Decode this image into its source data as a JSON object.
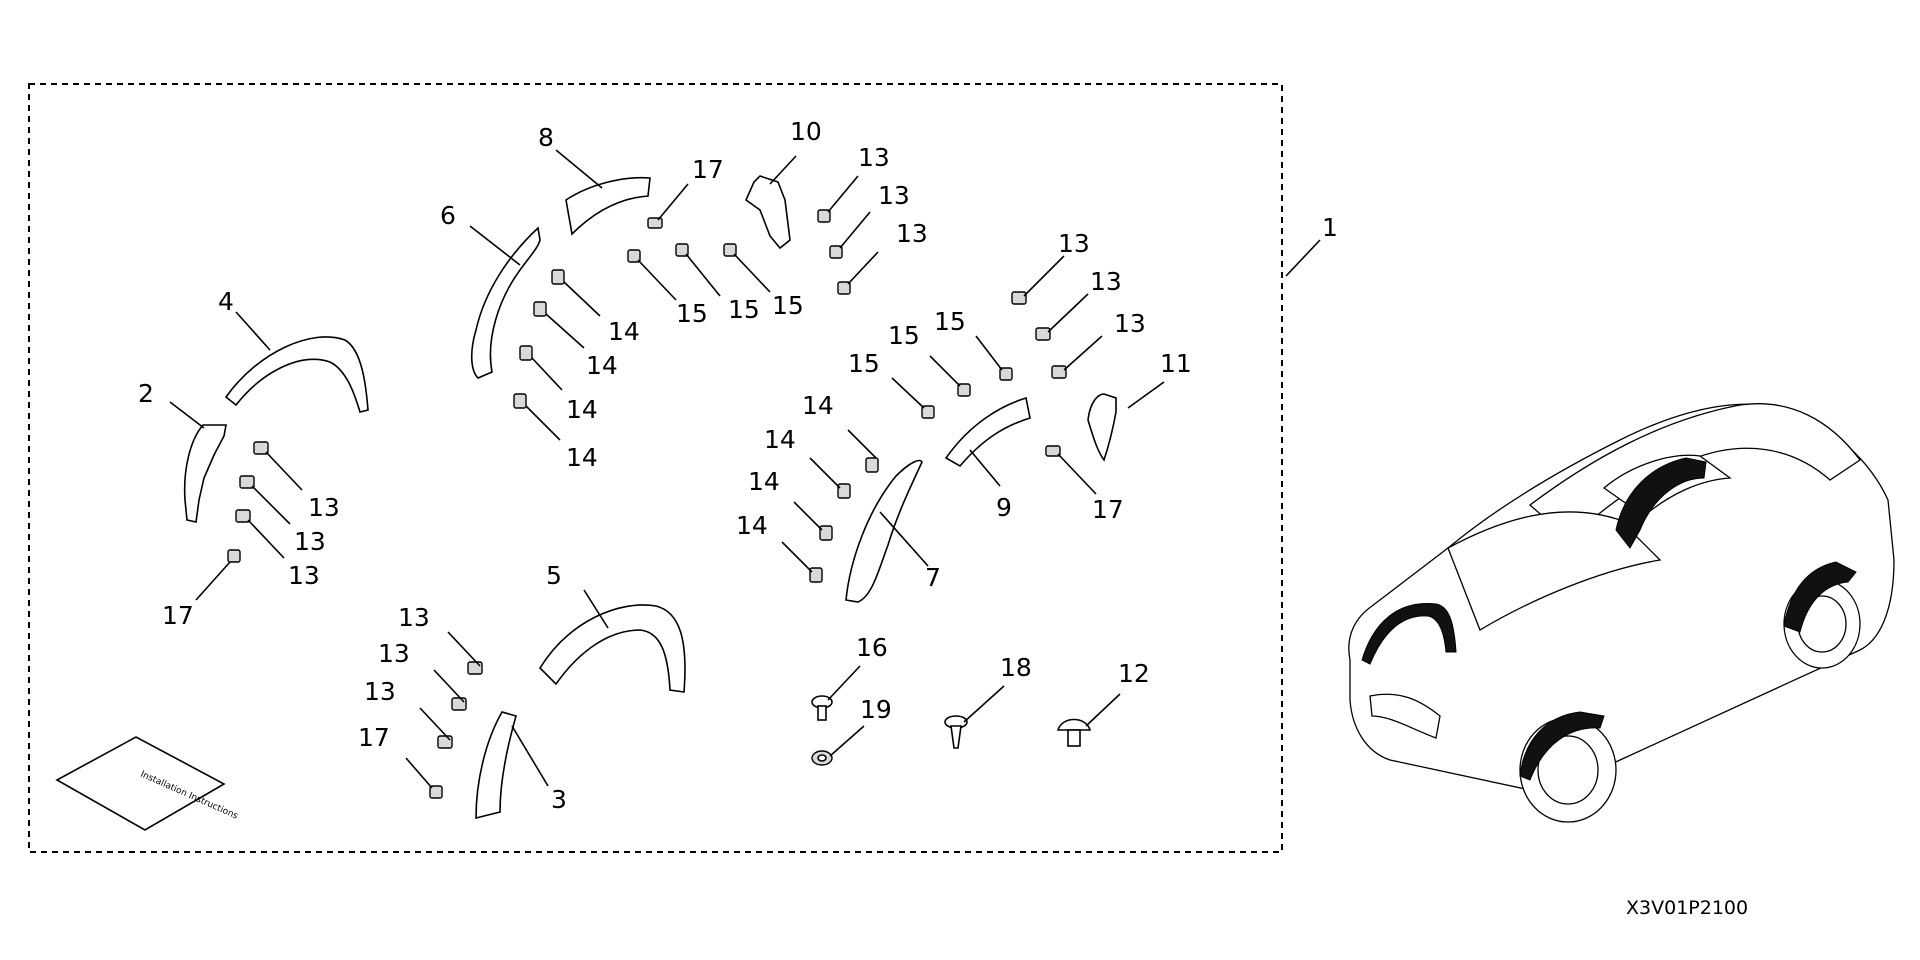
{
  "diagram_code": "X3V01P2100",
  "callouts": {
    "c1": "1",
    "c2": "2",
    "c3": "3",
    "c4": "4",
    "c5": "5",
    "c6": "6",
    "c7": "7",
    "c8": "8",
    "c9": "9",
    "c10": "10",
    "c11": "11",
    "c12": "12",
    "c16": "16",
    "c18": "18",
    "c19": "19",
    "c13": "13",
    "c14": "14",
    "c15": "15",
    "c17": "17"
  },
  "instruction_sheet_text": "Installation Instructions"
}
